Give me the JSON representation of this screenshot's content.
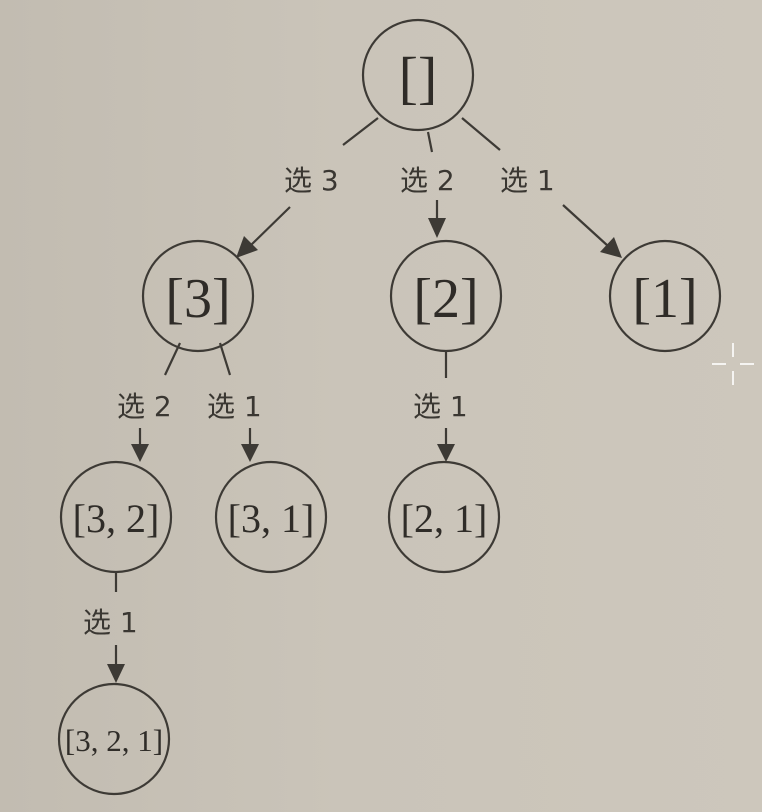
{
  "nodes": {
    "root": "[]",
    "n3": "[3]",
    "n2": "[2]",
    "n1": "[1]",
    "n32": "[3, 2]",
    "n31": "[3, 1]",
    "n21": "[2, 1]",
    "n321": "[3, 2, 1]"
  },
  "edges": {
    "root_to_3": "选 3",
    "root_to_2": "选 2",
    "root_to_1": "选 1",
    "n3_to_32": "选 2",
    "n3_to_31": "选 1",
    "n2_to_21": "选 1",
    "n32_to_321": "选 1"
  },
  "colors": {
    "background": "#c9c3b8",
    "stroke": "#3d3a35"
  },
  "icons": {
    "cursor": "crosshair-move-cursor-icon"
  }
}
